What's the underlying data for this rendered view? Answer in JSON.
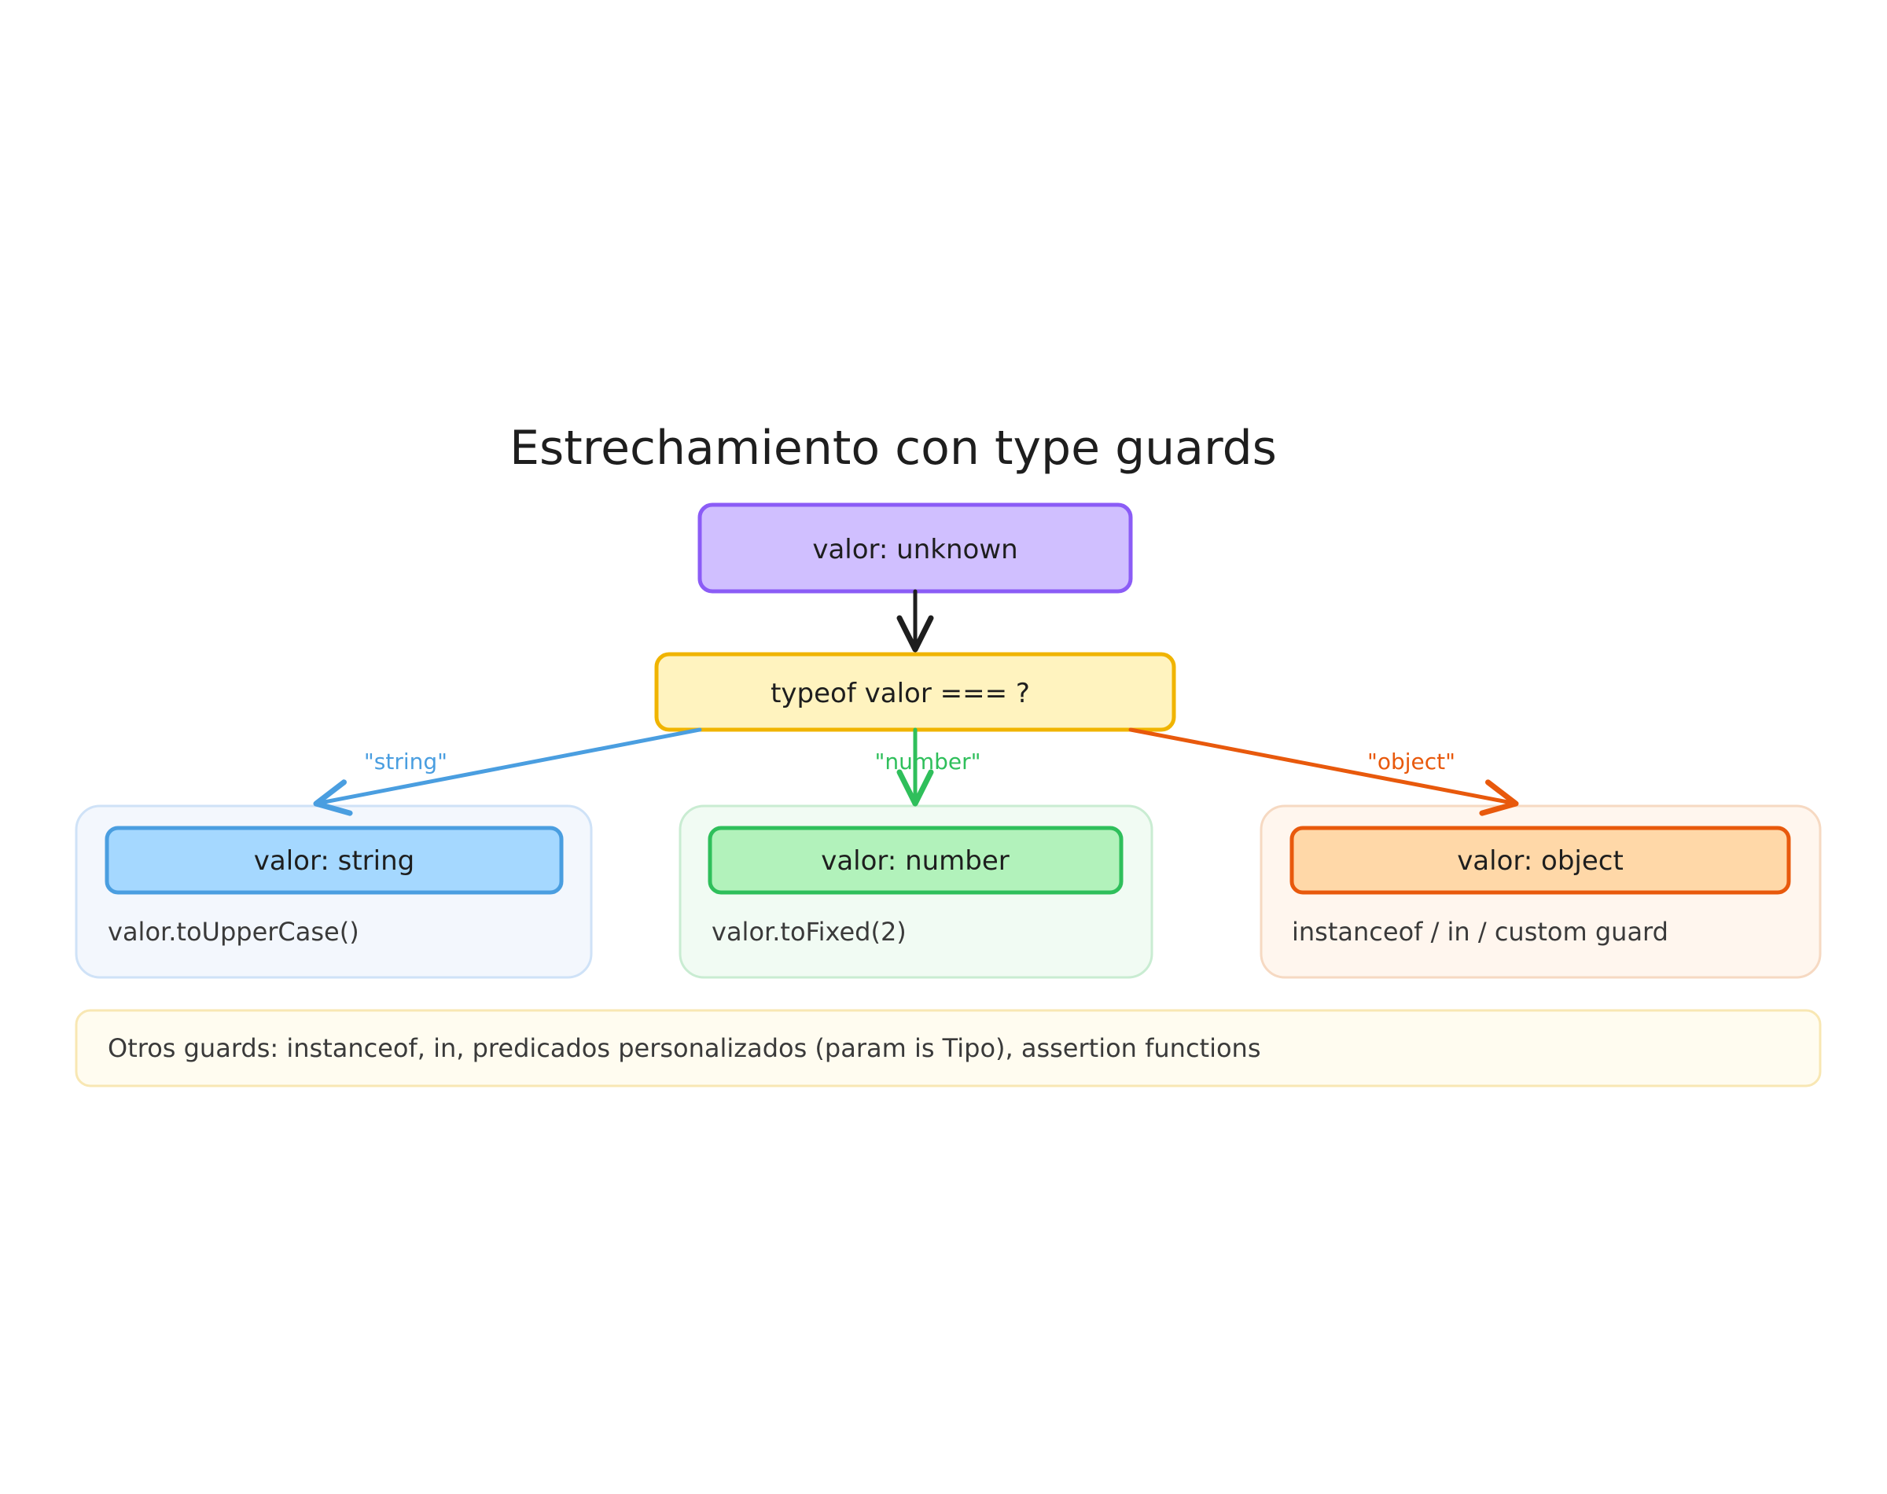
{
  "title": "Estrechamiento con type guards",
  "nodes": {
    "root": {
      "label": "valor: unknown",
      "fill": "#d0bfff",
      "stroke": "#8b5cf6"
    },
    "check": {
      "label": "typeof valor === ?",
      "fill": "#fff3bf",
      "stroke": "#f0b400"
    }
  },
  "edges": {
    "root_to_check": {
      "color": "#1e1e1e"
    },
    "string": {
      "label": "\"string\"",
      "color": "#4a9ee0"
    },
    "number": {
      "label": "\"number\"",
      "color": "#2fbf5b"
    },
    "object": {
      "label": "\"object\"",
      "color": "#e8590c"
    }
  },
  "branches": {
    "string": {
      "label": "valor: string",
      "detail": "valor.toUpperCase()",
      "fill": "#a5d8ff",
      "stroke": "#4a9ee0",
      "panel_fill": "#f3f7fd",
      "panel_stroke": "#cfe2f7"
    },
    "number": {
      "label": "valor: number",
      "detail": "valor.toFixed(2)",
      "fill": "#b2f2bb",
      "stroke": "#2fbf5b",
      "panel_fill": "#f1fbf3",
      "panel_stroke": "#c9ecd2"
    },
    "object": {
      "label": "valor: object",
      "detail": "instanceof / in / custom guard",
      "fill": "#ffd8a8",
      "stroke": "#e8590c",
      "panel_fill": "#fff6ee",
      "panel_stroke": "#f6d9c2"
    }
  },
  "note": {
    "text": "Otros guards: instanceof, in, predicados personalizados (param is Tipo), assertion functions",
    "fill": "#fffcf0",
    "stroke": "#f8e7b3"
  }
}
